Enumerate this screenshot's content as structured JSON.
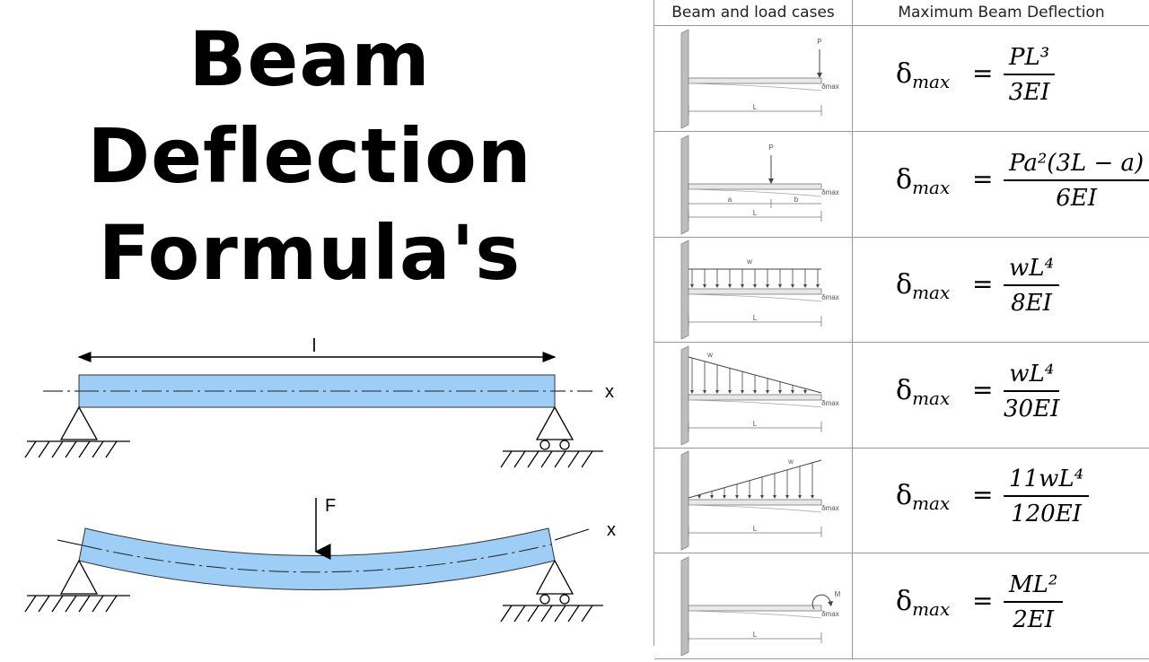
{
  "title_lines": [
    "Beam",
    "Deflection",
    "Formula's"
  ],
  "beam_diagram": {
    "span_label": "l",
    "axis_label_top": "x",
    "axis_label_bottom": "x",
    "force_label": "F",
    "beam_color": "#9ecdf5"
  },
  "table": {
    "header_left": "Beam and load cases",
    "header_right": "Maximum Beam Deflection",
    "symbol": "δ",
    "subscript": "max",
    "equals": "=",
    "rows": [
      {
        "load_label": "P",
        "len_label": "L",
        "delta_tag": "δmax",
        "numerator": "PL³",
        "denominator": "3EI"
      },
      {
        "load_label": "P",
        "len_label": "L",
        "a_label": "a",
        "b_label": "b",
        "delta_tag": "δmax",
        "numerator": "Pa²(3L − a)",
        "denominator": "6EI"
      },
      {
        "load_label": "w",
        "len_label": "L",
        "delta_tag": "δmax",
        "numerator": "wL⁴",
        "denominator": "8EI"
      },
      {
        "load_label": "w",
        "len_label": "L",
        "delta_tag": "δmax",
        "numerator": "wL⁴",
        "denominator": "30EI"
      },
      {
        "load_label": "w",
        "len_label": "L",
        "delta_tag": "δmax",
        "numerator": "11wL⁴",
        "denominator": "120EI"
      },
      {
        "load_label": "M",
        "len_label": "L",
        "delta_tag": "δmax",
        "numerator": "ML²",
        "denominator": "2EI"
      }
    ]
  }
}
